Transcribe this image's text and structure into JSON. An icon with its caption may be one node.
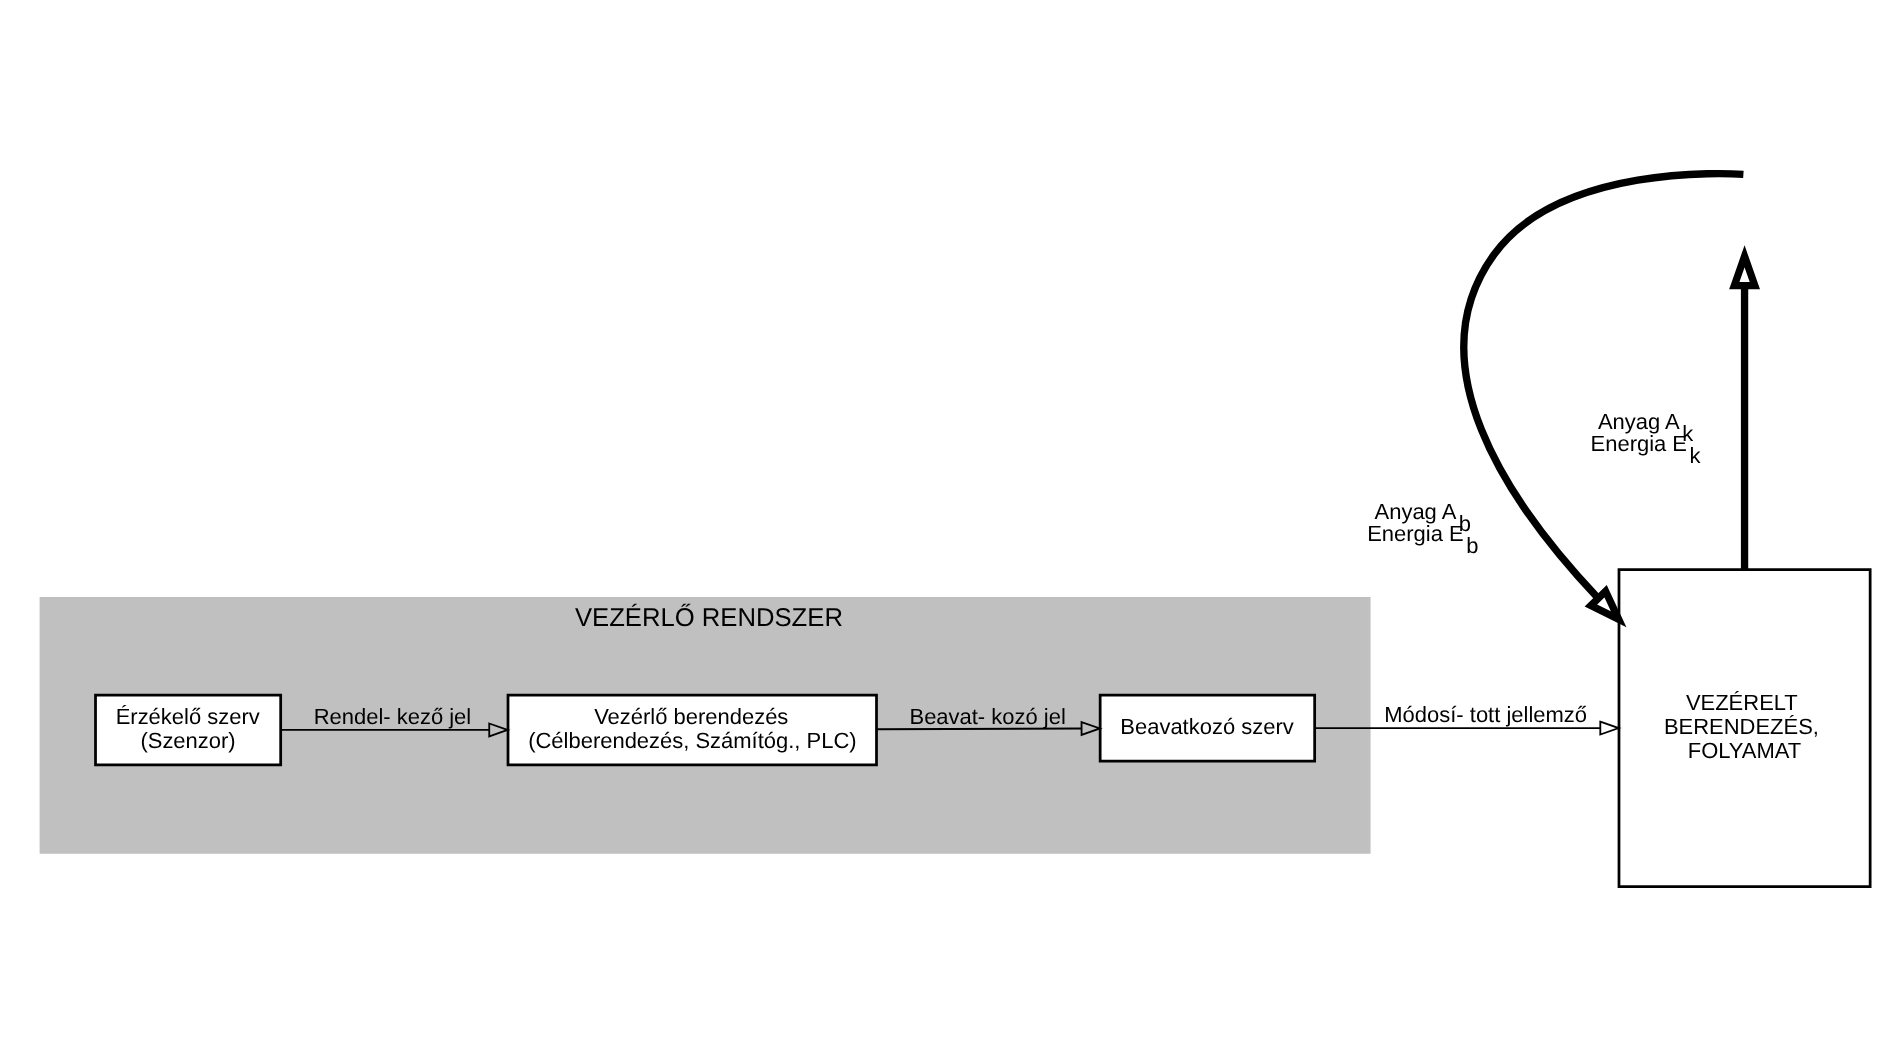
{
  "diagram": {
    "nodes": [
      {
        "text": [
          "VEZÉRLŐ RENDSZER"
        ]
      },
      {
        "text": [
          "Érzékelő szerv",
          "(Szenzor)"
        ],
        "in": 0
      },
      {
        "text": [
          "Vezérlő berendezés",
          "(Célberendezés, Számítóg., PLC)"
        ],
        "in": 0
      },
      {
        "text": [
          "Beavatkozó szerv"
        ],
        "in": 0
      },
      {
        "text": [
          "VEZÉRELT BERENDEZÉS, FOLYAMAT"
        ]
      }
    ],
    "edges": [
      {
        "from": 1,
        "to": 2,
        "arrow": "to",
        "label": "Rendel- kező jel"
      },
      {
        "from": 2,
        "to": 3,
        "arrow": "to",
        "label": "Beavat- kozó jel"
      },
      {
        "from": 3,
        "to": 4,
        "arrow": "to",
        "label": "Módosí- tott jellemző"
      },
      {
        "from": null,
        "to": 4,
        "arrow": "to",
        "style": "thick",
        "label": "Anyag A$_{b}$ Energia E$_{b}$"
      },
      {
        "from": 4,
        "to": null,
        "arrow": "to",
        "style": "thick",
        "label": "Anyag A$_{k}$ Energia E$_{k}$"
      }
    ]
  }
}
